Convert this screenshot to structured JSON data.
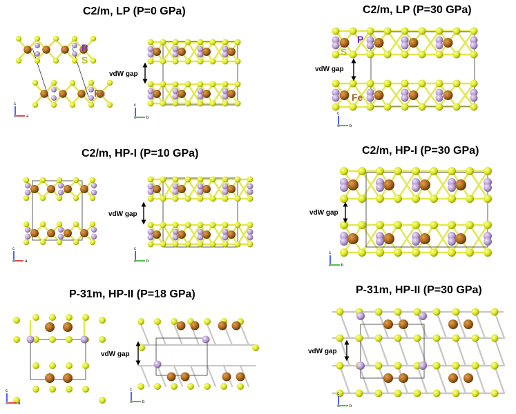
{
  "panels": [
    {
      "id": "p1",
      "title": "C2/m, LP (P=0 GPa)"
    },
    {
      "id": "p2",
      "title": "C2/m, LP (P=30 GPa)"
    },
    {
      "id": "p3",
      "title": "C2/m, HP-I (P=10 GPa)"
    },
    {
      "id": "p4",
      "title": "C2/m, HP-I (P=30 GPa)"
    },
    {
      "id": "p5",
      "title": "P-31m, HP-II (P=18 GPa)"
    },
    {
      "id": "p6",
      "title": "P-31m, HP-II (P=30 GPa)"
    }
  ],
  "atom_labels": {
    "P": "P",
    "S": "S",
    "Fe": "Fe"
  },
  "gap_label": "vdW gap",
  "axes": {
    "c": "c",
    "a": "a",
    "b": "b"
  },
  "colors": {
    "Fe": "#a86418",
    "S": "#d9e51c",
    "P": "#b59ad0",
    "bond_S": "#e2e84a",
    "bond_P": "#c8b8dc",
    "label_P": "#6a2bd6",
    "label_S": "#b4bf22",
    "label_Fe": "#a06828"
  }
}
